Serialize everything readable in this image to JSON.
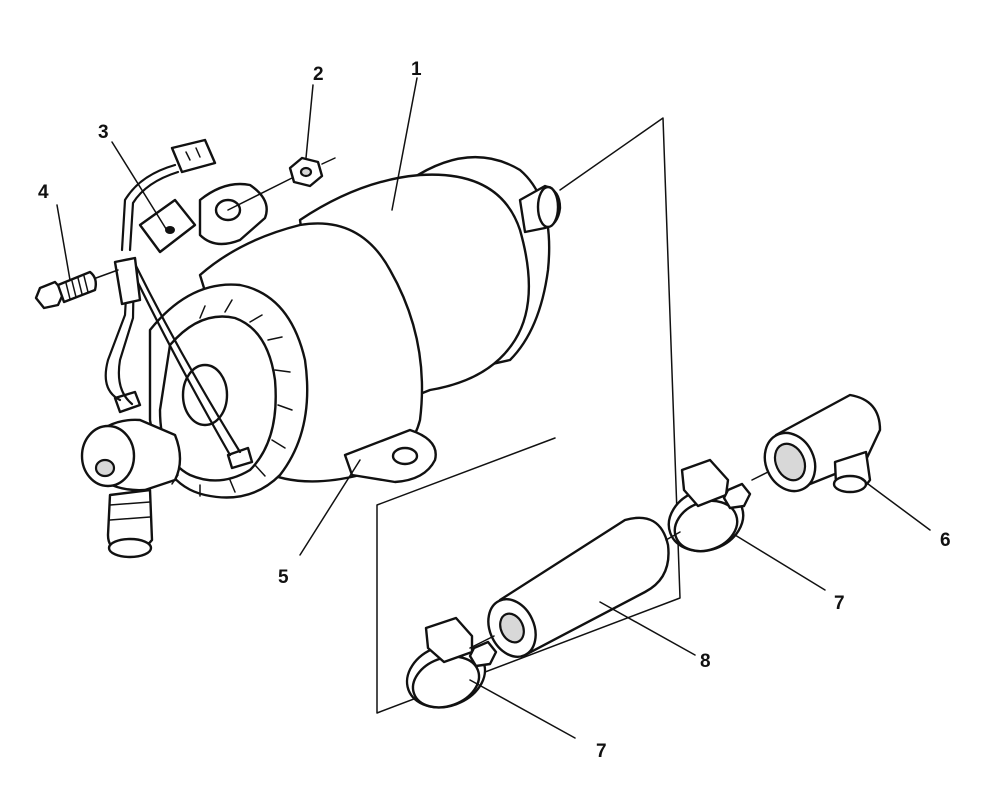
{
  "callouts": {
    "c1": "1",
    "c2": "2",
    "c3": "3",
    "c4": "4",
    "c5": "5",
    "c6": "6",
    "c7a": "7",
    "c7b": "7",
    "c8": "8"
  }
}
